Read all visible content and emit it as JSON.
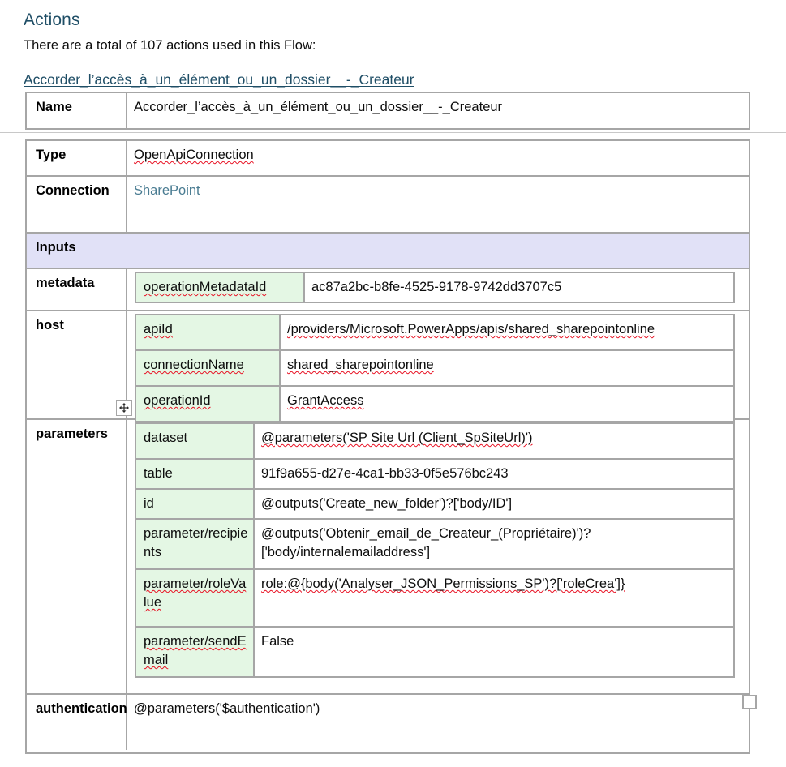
{
  "document": {
    "heading": "Actions",
    "intro": "There are a total of 107 actions used in this Flow:",
    "action_title": "Accorder_l’accès_à_un_élément_ou_un_dossier__-_Createur",
    "total_actions": 107
  },
  "colors": {
    "heading": "#1f4e66",
    "link": "#4a7c92",
    "inputs_header_bg": "#e1e1f7",
    "nested_key_bg": "#e4f7e4",
    "border": "#a6a6a6",
    "spellcheck": "#e81123",
    "grammarcheck": "#2b579a"
  },
  "name_table": {
    "label": "Name",
    "value": "Accorder_l’accès_à_un_élément_ou_un_dossier__-_Createur"
  },
  "detail_table": {
    "type": {
      "label": "Type",
      "value": "OpenApiConnection"
    },
    "connection": {
      "label": "Connection",
      "value": "SharePoint"
    },
    "inputs_header": "Inputs",
    "metadata": {
      "label": "metadata",
      "rows": [
        {
          "key": "operationMetadataId",
          "value": "ac87a2bc-b8fe-4525-9178-9742dd3707c5"
        }
      ]
    },
    "host": {
      "label": "host",
      "rows": [
        {
          "key": "apiId",
          "value": "/providers/Microsoft.PowerApps/apis/shared_sharepointonline"
        },
        {
          "key": "connectionName",
          "value": "shared_sharepointonline"
        },
        {
          "key": "operationId",
          "value": "GrantAccess"
        }
      ]
    },
    "parameters": {
      "label": "parameters",
      "rows": [
        {
          "key": "dataset",
          "value": "@parameters('SP Site Url (Client_SpSiteUrl)')"
        },
        {
          "key": "table",
          "value": "91f9a655-d27e-4ca1-bb33-0f5e576bc243"
        },
        {
          "key": "id",
          "value": "@outputs('Create_new_folder')?['body/ID']"
        },
        {
          "key": "parameter/recipients",
          "value": "@outputs('Obtenir_email_de_Createur_(Propriétaire)')?['body/internalemailaddress']"
        },
        {
          "key": "parameter/roleValue",
          "value": "role:@{body('Analyser_JSON_Permissions_SP')?['roleCrea']}"
        },
        {
          "key": "parameter/sendEmail",
          "value": "False"
        }
      ]
    },
    "authentication": {
      "label": "authentication",
      "value": "@parameters('$authentication')"
    }
  },
  "handles": {
    "move_handle": "table-move-handle",
    "resize_handle": "table-resize-handle"
  }
}
